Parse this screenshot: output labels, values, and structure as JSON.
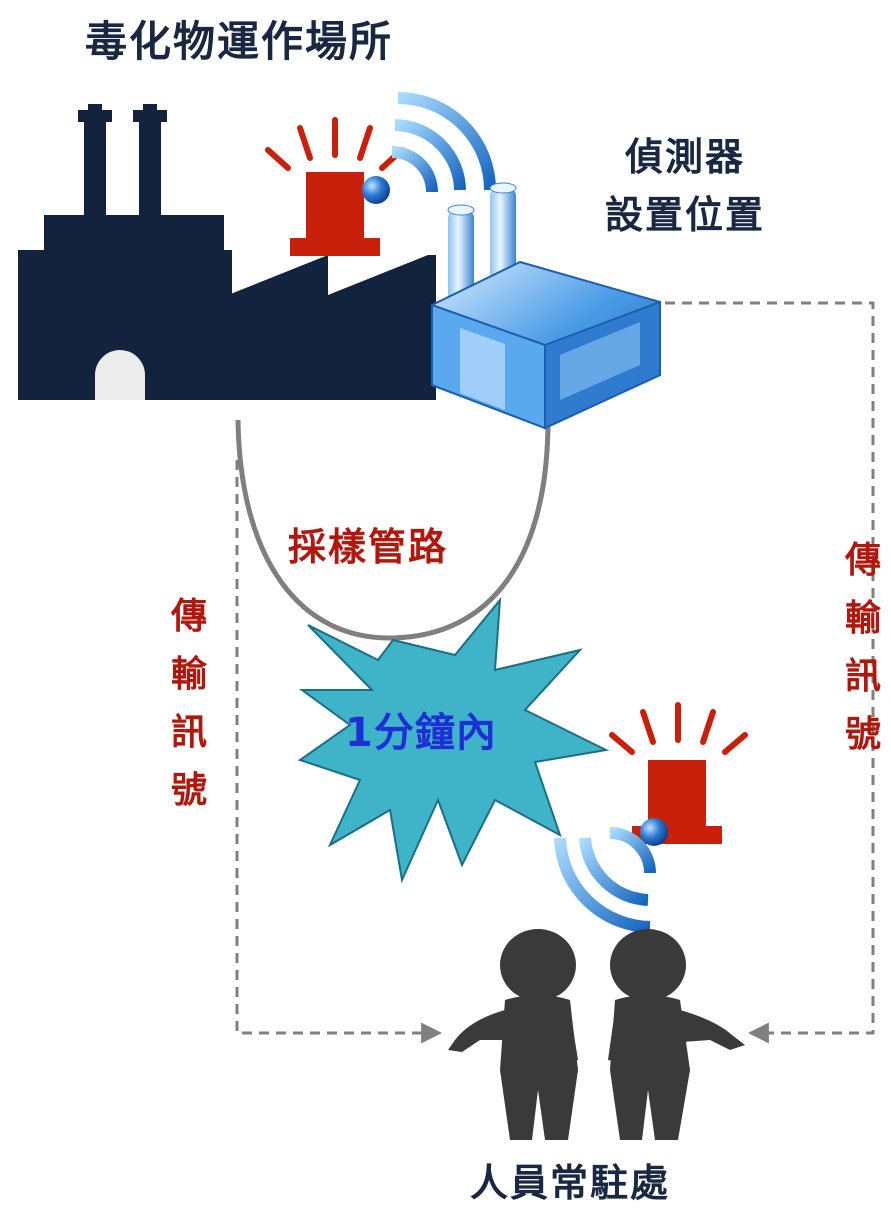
{
  "title": "毒化物運作場所",
  "detector_label": [
    "偵測器",
    "設置位置"
  ],
  "sampling_label": "採樣管路",
  "timing_label": "1分鐘內",
  "signal_left": [
    "傳",
    "輸",
    "訊",
    "號"
  ],
  "signal_right": [
    "傳",
    "輸",
    "訊",
    "號"
  ],
  "station_label": "人員常駐處",
  "colors": {
    "factory": "#13223d",
    "alarm_red": "#c8200a",
    "label_red": "#b0180e",
    "burst": "#3fb3c8",
    "burst_text": "#1f2fd6",
    "dashed_line": "#808080",
    "pipe": "#7f7f7f",
    "people": "#3a3a3a"
  },
  "icons": [
    "factory-icon",
    "alarm-light-icon",
    "wireless-signal-icon",
    "detector-building-icon",
    "person-icon"
  ]
}
